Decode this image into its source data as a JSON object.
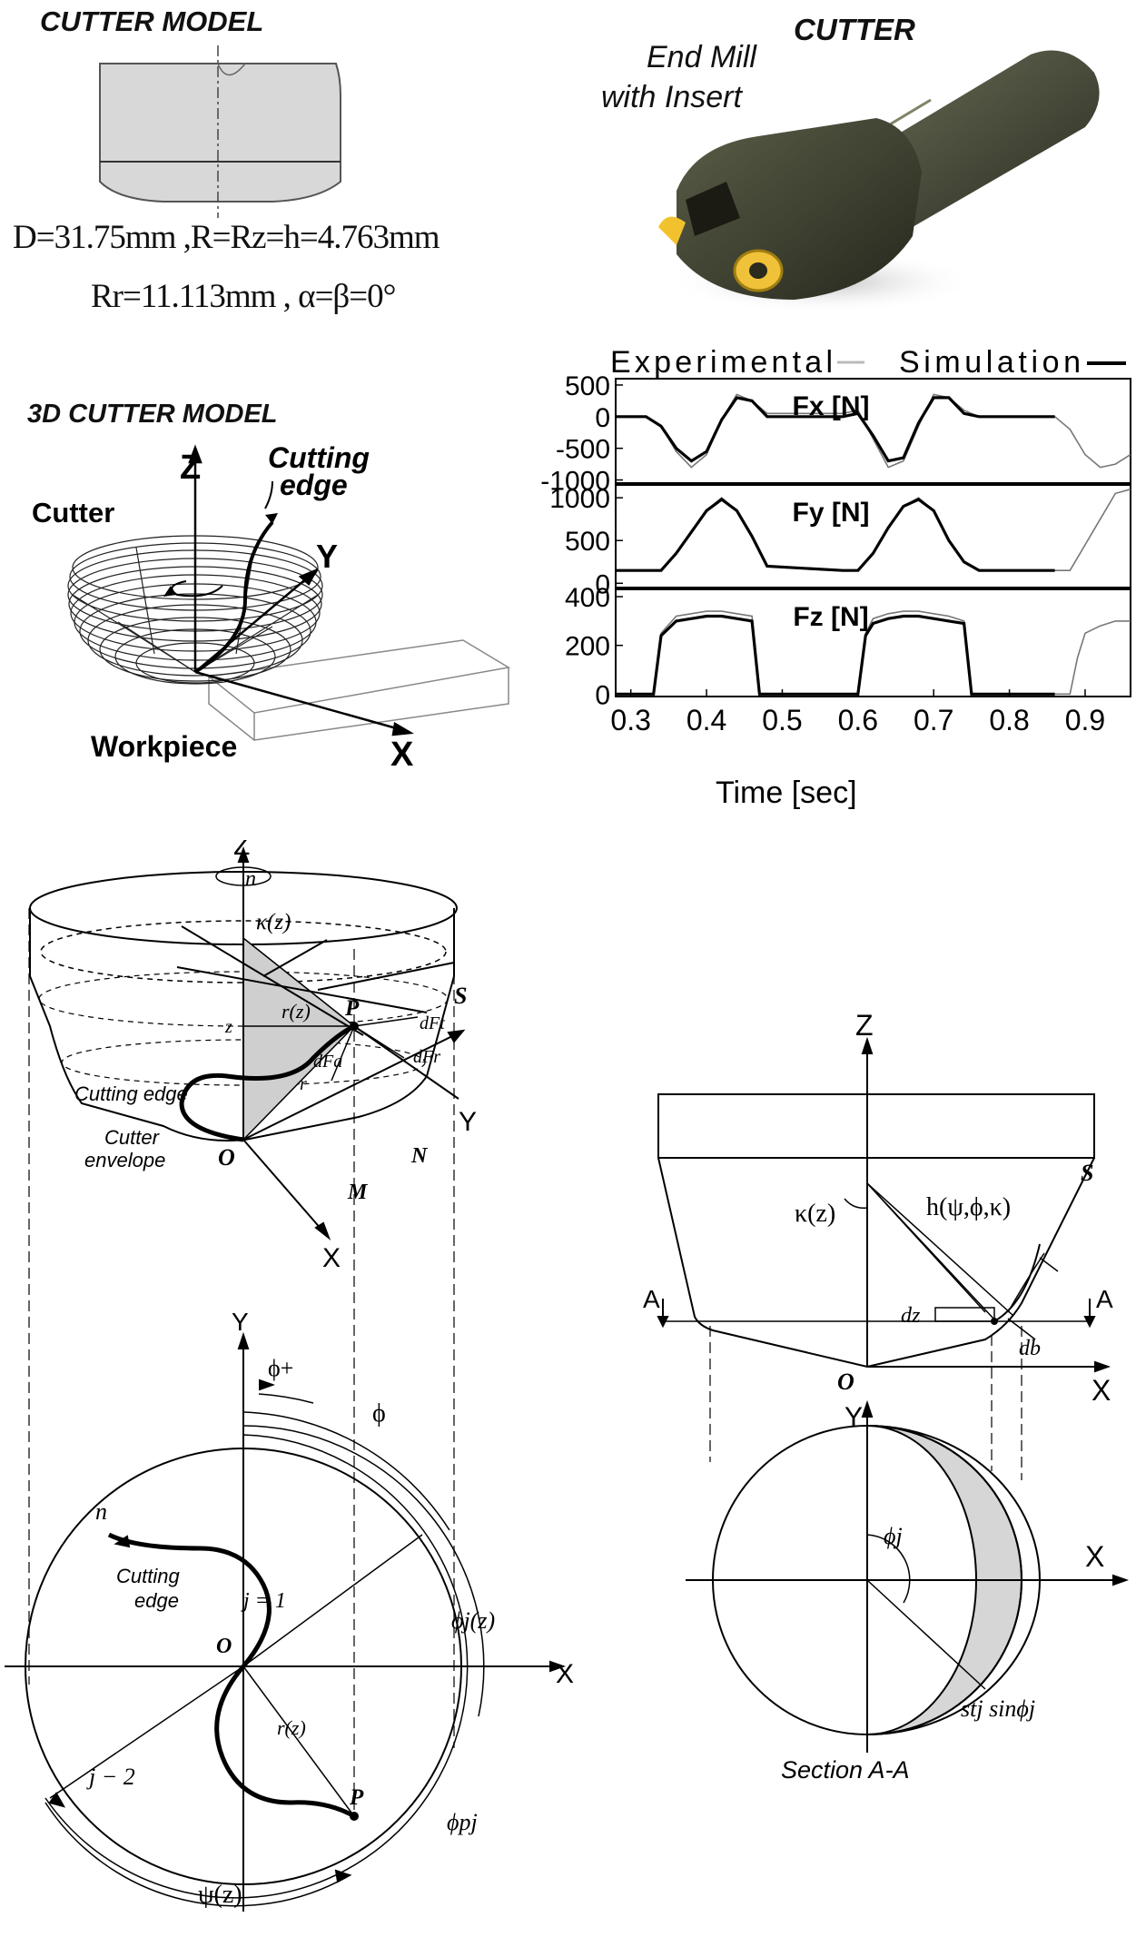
{
  "cutter_model": {
    "title": "CUTTER MODEL",
    "param_line1": "D=31.75mm ,R=Rz=h=4.763mm",
    "param_line2": "Rr=11.113mm , α=β=0°"
  },
  "cutter_photo": {
    "title": "CUTTER",
    "caption_line1": "End Mill",
    "caption_line2": "with Insert"
  },
  "model_3d": {
    "title": "3D CUTTER MODEL",
    "label_z": "Z",
    "label_y": "Y",
    "label_x": "X",
    "label_cutter": "Cutter",
    "label_edge_1": "Cutting",
    "label_edge_2": "edge",
    "label_workpiece": "Workpiece"
  },
  "force_chart": {
    "legend_experimental": "Experimental",
    "legend_simulation": "Simulation",
    "xlabel": "Time [sec]",
    "panels": [
      {
        "label": "Fx [N]",
        "ticks": [
          "500",
          "0",
          "-500",
          "-1000"
        ]
      },
      {
        "label": "Fy [N]",
        "ticks": [
          "1000",
          "500",
          "0"
        ]
      },
      {
        "label": "Fz [N]",
        "ticks": [
          "400",
          "200",
          "0"
        ]
      }
    ],
    "x_ticks": [
      "0.3",
      "0.4",
      "0.5",
      "0.6",
      "0.7",
      "0.8",
      "0.9"
    ]
  },
  "chart_data": {
    "type": "line",
    "xlabel": "Time [sec]",
    "xlim": [
      0.28,
      0.96
    ],
    "x_ticks": [
      0.3,
      0.4,
      0.5,
      0.6,
      0.7,
      0.8,
      0.9
    ],
    "legend_placement": "top",
    "panels": [
      {
        "label": "Fx [N]",
        "ylim": [
          -1050,
          600
        ],
        "y_ticks": [
          500,
          0,
          -500,
          -1000
        ],
        "series": [
          {
            "name": "Experimental",
            "x": [
              0.28,
              0.32,
              0.34,
              0.36,
              0.38,
              0.4,
              0.42,
              0.44,
              0.46,
              0.48,
              0.58,
              0.6,
              0.62,
              0.64,
              0.66,
              0.68,
              0.7,
              0.72,
              0.74,
              0.76,
              0.86,
              0.88,
              0.9,
              0.92,
              0.94,
              0.96
            ],
            "y": [
              0,
              0,
              -150,
              -550,
              -800,
              -600,
              -50,
              350,
              250,
              50,
              50,
              100,
              -350,
              -800,
              -700,
              -150,
              350,
              300,
              100,
              0,
              0,
              -200,
              -600,
              -800,
              -750,
              -600
            ]
          },
          {
            "name": "Simulation",
            "x": [
              0.28,
              0.32,
              0.34,
              0.36,
              0.38,
              0.4,
              0.42,
              0.44,
              0.46,
              0.48,
              0.58,
              0.6,
              0.62,
              0.64,
              0.66,
              0.68,
              0.7,
              0.72,
              0.74,
              0.76,
              0.86
            ],
            "y": [
              0,
              0,
              -150,
              -500,
              -700,
              -550,
              -50,
              300,
              250,
              0,
              0,
              50,
              -300,
              -700,
              -650,
              -100,
              300,
              300,
              50,
              0,
              0
            ]
          }
        ]
      },
      {
        "label": "Fy [N]",
        "ylim": [
          -50,
          1150
        ],
        "y_ticks": [
          1000,
          500,
          0
        ],
        "series": [
          {
            "name": "Experimental",
            "x": [
              0.28,
              0.32,
              0.34,
              0.36,
              0.38,
              0.4,
              0.42,
              0.44,
              0.46,
              0.48,
              0.58,
              0.6,
              0.62,
              0.64,
              0.66,
              0.68,
              0.7,
              0.72,
              0.74,
              0.76,
              0.86,
              0.88,
              0.9,
              0.92,
              0.94,
              0.96
            ],
            "y": [
              150,
              150,
              150,
              350,
              600,
              850,
              1000,
              850,
              550,
              200,
              150,
              150,
              350,
              650,
              900,
              1000,
              850,
              500,
              250,
              150,
              150,
              150,
              450,
              750,
              1050,
              1100
            ]
          },
          {
            "name": "Simulation",
            "x": [
              0.28,
              0.32,
              0.34,
              0.36,
              0.38,
              0.4,
              0.42,
              0.44,
              0.46,
              0.48,
              0.58,
              0.6,
              0.62,
              0.64,
              0.66,
              0.68,
              0.7,
              0.72,
              0.74,
              0.76,
              0.86
            ],
            "y": [
              150,
              150,
              150,
              350,
              600,
              850,
              980,
              850,
              550,
              200,
              150,
              150,
              350,
              650,
              900,
              980,
              850,
              500,
              250,
              150,
              150
            ]
          }
        ]
      },
      {
        "label": "Fz [N]",
        "ylim": [
          -10,
          430
        ],
        "y_ticks": [
          400,
          200,
          0
        ],
        "series": [
          {
            "name": "Experimental",
            "x": [
              0.28,
              0.32,
              0.33,
              0.34,
              0.36,
              0.38,
              0.4,
              0.42,
              0.44,
              0.46,
              0.47,
              0.48,
              0.58,
              0.6,
              0.61,
              0.62,
              0.64,
              0.66,
              0.68,
              0.7,
              0.72,
              0.74,
              0.75,
              0.76,
              0.86,
              0.88,
              0.89,
              0.9,
              0.92,
              0.94,
              0.96
            ],
            "y": [
              0,
              0,
              0,
              250,
              320,
              330,
              340,
              340,
              330,
              320,
              0,
              0,
              0,
              0,
              250,
              310,
              330,
              340,
              340,
              330,
              320,
              300,
              0,
              0,
              0,
              0,
              150,
              250,
              280,
              300,
              300
            ]
          },
          {
            "name": "Simulation",
            "x": [
              0.28,
              0.32,
              0.33,
              0.34,
              0.36,
              0.38,
              0.4,
              0.42,
              0.44,
              0.46,
              0.47,
              0.48,
              0.58,
              0.6,
              0.61,
              0.62,
              0.64,
              0.66,
              0.68,
              0.7,
              0.72,
              0.74,
              0.75,
              0.76,
              0.86
            ],
            "y": [
              0,
              0,
              0,
              240,
              300,
              310,
              320,
              320,
              310,
              300,
              0,
              0,
              0,
              0,
              240,
              290,
              310,
              320,
              320,
              310,
              300,
              290,
              0,
              0,
              0
            ]
          }
        ]
      }
    ]
  },
  "geometry_left": {
    "z": "Z",
    "n_top": "n",
    "kz": "κ(z)",
    "s": "S",
    "rz": "r(z)",
    "p": "P",
    "dft": "dFt",
    "dfr": "dFr",
    "dfa": "dFa",
    "zlabel": "z",
    "r_small": "r",
    "cutting_edge": "Cutting edge",
    "y": "Y",
    "n_label": "N",
    "m": "M",
    "o": "O",
    "x": "X",
    "cutter": "Cutter",
    "envelope": "envelope"
  },
  "plan_view": {
    "y": "Y",
    "phi_plus": "ϕ+",
    "phi": "ϕ",
    "n": "n",
    "cutting": "Cutting",
    "edge": "edge",
    "j1": "j = 1",
    "phij": "ϕj(z)",
    "o": "O",
    "x": "X",
    "rz": "r(z)",
    "j2": "j − 2",
    "p": "P",
    "phipj": "ϕpj",
    "psi": "ψ(z)"
  },
  "geometry_right": {
    "z": "Z",
    "s": "S",
    "kz": "κ(z)",
    "h": "h(ψ,ϕ,κ)",
    "a_left": "A",
    "a_right": "A",
    "dz": "dz",
    "db": "db",
    "o": "O",
    "x": "X"
  },
  "section_view": {
    "y": "Y",
    "x": "X",
    "phij": "ϕj",
    "stj": "stj sinϕj",
    "caption": "Section A-A"
  }
}
